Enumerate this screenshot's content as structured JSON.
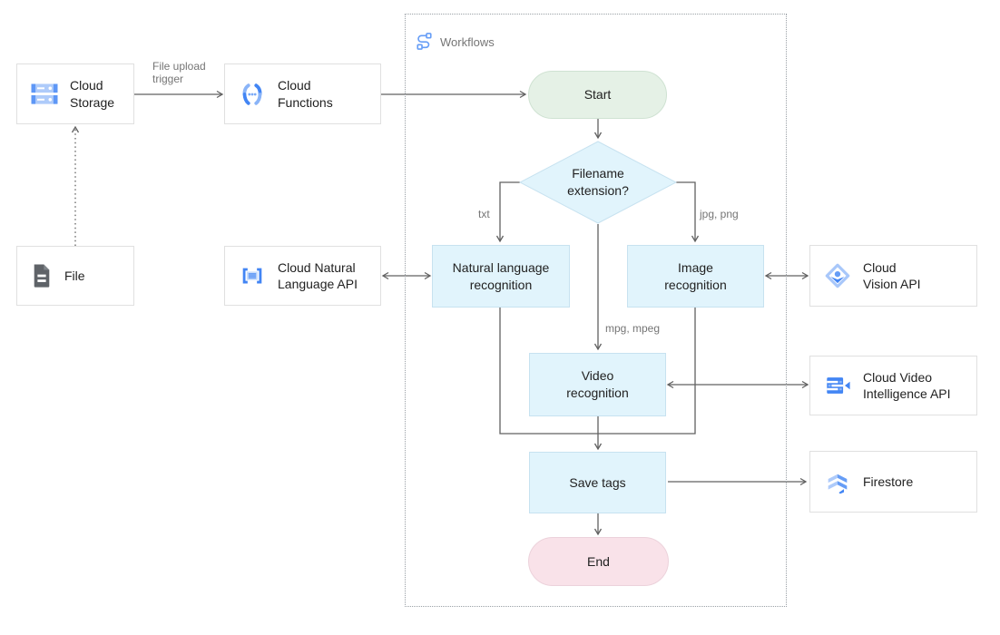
{
  "colors": {
    "accent_blue": "#4285F4",
    "icon_light_blue": "#AECBFA",
    "icon_mid_blue": "#669DF6",
    "node_blue_fill": "#E1F4FC",
    "node_blue_border": "#C7E2F0",
    "start_green_fill": "#E5F1E6",
    "start_green_border": "#CFE2D2",
    "end_pink_fill": "#F9E2E9",
    "end_pink_border": "#ECD2DB",
    "box_border": "#E0E0E0",
    "arrow_gray": "#616161",
    "label_gray": "#757575",
    "text_dark": "#212121",
    "dashed_border_gray": "#9AA0A6",
    "file_icon_gray": "#5F6368"
  },
  "workflows_container": {
    "label": "Workflows"
  },
  "nodes": {
    "cloud_storage": {
      "label": "Cloud\nStorage"
    },
    "file": {
      "label": "File"
    },
    "cloud_functions": {
      "label": "Cloud\nFunctions"
    },
    "natural_language_api": {
      "label": "Cloud Natural\nLanguage API"
    },
    "vision_api": {
      "label": "Cloud\nVision API"
    },
    "video_intelligence_api": {
      "label": "Cloud Video\nIntelligence API"
    },
    "firestore": {
      "label": "Firestore"
    },
    "start": {
      "label": "Start"
    },
    "decision": {
      "label": "Filename\nextension?"
    },
    "natural_language_recognition": {
      "label": "Natural language\nrecognition"
    },
    "image_recognition": {
      "label": "Image\nrecognition"
    },
    "video_recognition": {
      "label": "Video\nrecognition"
    },
    "save_tags": {
      "label": "Save tags"
    },
    "end": {
      "label": "End"
    }
  },
  "edge_labels": {
    "file_upload_trigger": "File upload\ntrigger",
    "txt": "txt",
    "jpg_png": "jpg, png",
    "mpg_mpeg": "mpg, mpeg"
  }
}
